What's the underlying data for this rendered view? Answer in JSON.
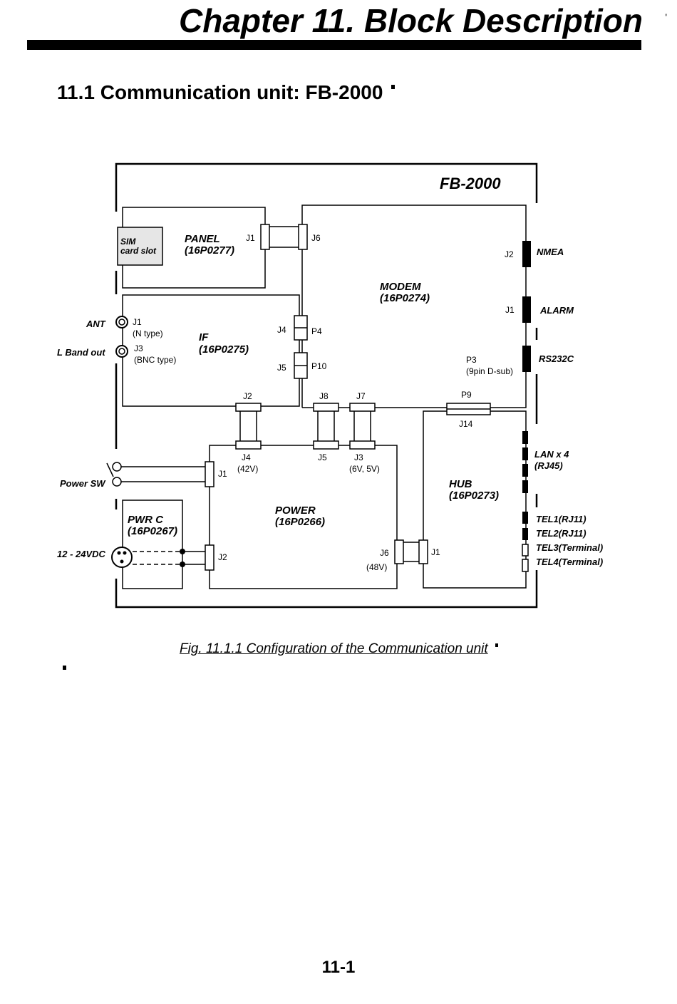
{
  "header": {
    "chapter_title": "Chapter 11. Block Description",
    "section_title": "11.1 Communication unit: FB-2000"
  },
  "diagram": {
    "unit_title": "FB-2000",
    "sim_label_1": "SIM",
    "sim_label_2": "card slot",
    "panel": {
      "name": "PANEL",
      "part": "(16P0277)",
      "j1": "J1"
    },
    "modem": {
      "name": "MODEM",
      "part": "(16P0274)",
      "j6": "J6",
      "j2": "J2",
      "j1": "J1",
      "p3": "P3",
      "p3_desc": "(9pin D-sub)",
      "p4": "P4",
      "p10": "P10",
      "j8": "J8",
      "j7": "J7",
      "p9": "P9"
    },
    "if_board": {
      "name": "IF",
      "part": "(16P0275)",
      "j1": "J1",
      "j1_desc": "(N type)",
      "j3": "J3",
      "j3_desc": "(BNC type)",
      "j4": "J4",
      "j5": "J5",
      "j2": "J2"
    },
    "power": {
      "name": "POWER",
      "part": "(16P0266)",
      "j4": "J4",
      "j4_desc": "(42V)",
      "j5": "J5",
      "j3": "J3",
      "j3_desc": "(6V, 5V)",
      "j1": "J1",
      "j2": "J2",
      "j6": "J6",
      "j6_desc": "(48V)"
    },
    "pwrc": {
      "name": "PWR C",
      "part": "(16P0267)"
    },
    "hub": {
      "name": "HUB",
      "part": "(16P0273)",
      "j14": "J14",
      "j1": "J1"
    },
    "external": {
      "ant": "ANT",
      "lband": "L Band out",
      "power_sw": "Power SW",
      "dc_in": "12 - 24VDC",
      "nmea": "NMEA",
      "alarm": "ALARM",
      "rs232c": "RS232C",
      "lan_1": "LAN x 4",
      "lan_2": "(RJ45)",
      "tel1": "TEL1(RJ11)",
      "tel2": "TEL2(RJ11)",
      "tel3": "TEL3(Terminal)",
      "tel4": "TEL4(Terminal)"
    }
  },
  "caption": "Fig. 11.1.1 Configuration of the Communication unit",
  "footer": {
    "page_number": "11-1"
  },
  "colors": {
    "ink": "#000000",
    "sim_fill": "#e6e6e6"
  }
}
